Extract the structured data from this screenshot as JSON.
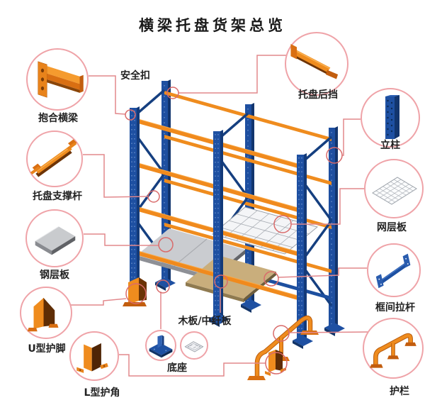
{
  "title": "横梁托盘货架总览",
  "callouts": {
    "baohe_hengliang": "抱合横梁",
    "tuopan_zhichenggan": "托盘支撑杆",
    "gang_cengban": "钢层板",
    "u_xing_hujiao": "U型护脚",
    "l_xing_hujiao": "L型护角",
    "dizuo": "底座",
    "tuopan_houdang": "托盘后挡",
    "lizhu": "立柱",
    "wang_cengban": "网层板",
    "kuangjian_lagan": "框间拉杆",
    "hulan": "护栏"
  },
  "inline_labels": {
    "anquankou": "安全扣",
    "muban_zhongxianban": "木板/中纤板"
  },
  "colors": {
    "beam_orange": "#f08a1d",
    "upright_blue": "#1e50a2",
    "connector_line": "#e2888c",
    "callout_circle": "#efa3a8",
    "endpoint_circle": "#d96b6b",
    "steel_panel_gray": "#caccd0",
    "wood_board_tan": "#c9ae7c",
    "title_text": "#1a1a1a"
  }
}
